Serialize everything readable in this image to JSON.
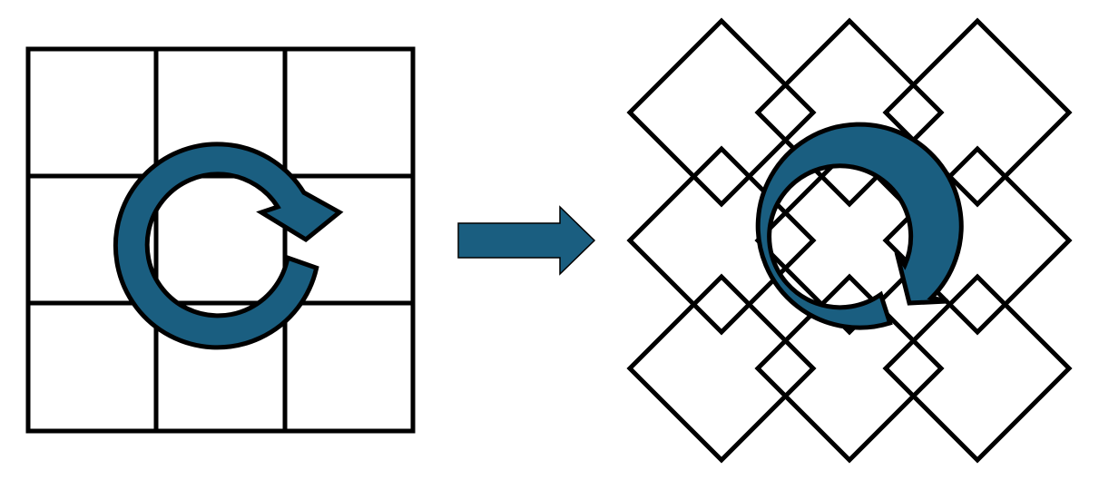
{
  "diagram": {
    "left_panel": {
      "shape": "3x3 grid",
      "rows": 3,
      "cols": 3,
      "rotation_arrow": "clockwise"
    },
    "transition": {
      "icon": "right-arrow-icon"
    },
    "right_panel": {
      "shape": "3x3 grid of squares rotated 45 degrees",
      "rows": 3,
      "cols": 3,
      "rotation_arrow": "clockwise"
    }
  },
  "colors": {
    "background": "#ffffff",
    "stroke": "#000000",
    "accent": "#1a5e80"
  }
}
